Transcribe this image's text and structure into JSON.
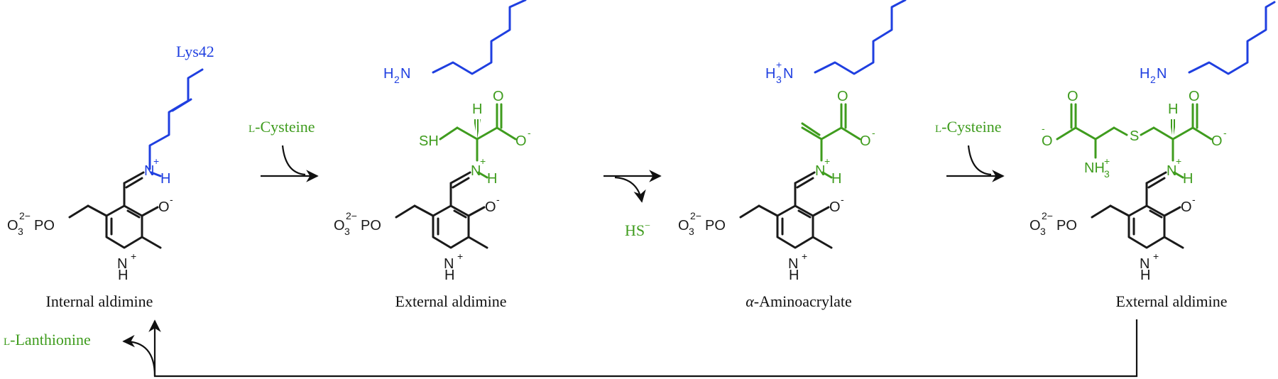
{
  "colors": {
    "black": "#1a1a1a",
    "blue": "#1f3fe0",
    "green": "#3f9c1e"
  },
  "captions": {
    "internal": "Internal aldimine",
    "external1": "External aldimine",
    "aminoacrylate_prefix": "α",
    "aminoacrylate_rest": "-Aminoacrylate",
    "external2": "External aldimine"
  },
  "reagents": {
    "lys": "Lys42",
    "l_prefix": "l",
    "cysteine": "-Cysteine",
    "lanthionine": "-Lanthionine",
    "hs": "HS",
    "hs_charge": "−"
  },
  "atoms": {
    "O": "O",
    "N": "N",
    "H": "H",
    "S": "S",
    "SH": "SH",
    "PO": "PO",
    "O3": "O",
    "sub3": "3",
    "sup2": "2−",
    "plus": "+",
    "minus": "-",
    "H2N": "H",
    "H2N_sub": "2",
    "H2N_N": "N",
    "H3N": "H",
    "H3N_sub": "3",
    "NH3": "NH",
    "NH3_sub": "3"
  }
}
